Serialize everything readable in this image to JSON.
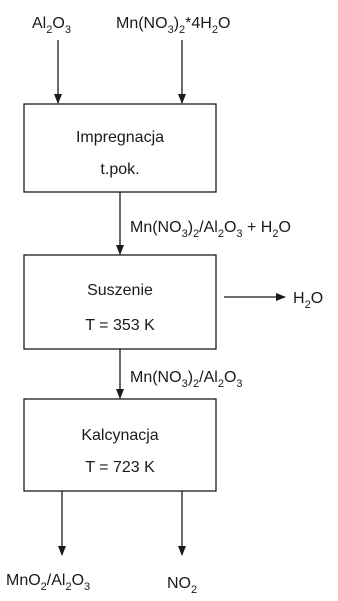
{
  "inputs": {
    "alumina": [
      [
        "Al",
        "n"
      ],
      [
        "2",
        "s"
      ],
      [
        "O",
        "n"
      ],
      [
        "3",
        "s"
      ]
    ],
    "manganese_nitrate": [
      [
        "Mn(NO",
        "n"
      ],
      [
        "3",
        "s"
      ],
      [
        ")",
        "n"
      ],
      [
        "2",
        "s"
      ],
      [
        "*4H",
        "n"
      ],
      [
        "2",
        "s"
      ],
      [
        "O",
        "n"
      ]
    ]
  },
  "steps": [
    {
      "label": "Impregnacja",
      "condition": "t.pok."
    },
    {
      "label": "Suszenie",
      "condition": "T = 353 K"
    },
    {
      "label": "Kalcynacja",
      "condition": "T = 723 K"
    }
  ],
  "streams": {
    "after_impregnation": [
      [
        "Mn(NO",
        "n"
      ],
      [
        "3",
        "s"
      ],
      [
        ")",
        "n"
      ],
      [
        "2",
        "s"
      ],
      [
        "/Al",
        "n"
      ],
      [
        "2",
        "s"
      ],
      [
        "O",
        "n"
      ],
      [
        "3",
        "s"
      ],
      [
        " + H",
        "n"
      ],
      [
        "2",
        "s"
      ],
      [
        "O",
        "n"
      ]
    ],
    "drying_vapor": [
      [
        "H",
        "n"
      ],
      [
        "2",
        "s"
      ],
      [
        "O",
        "n"
      ]
    ],
    "after_drying": [
      [
        "Mn(NO",
        "n"
      ],
      [
        "3",
        "s"
      ],
      [
        ")",
        "n"
      ],
      [
        "2",
        "s"
      ],
      [
        "/Al",
        "n"
      ],
      [
        "2",
        "s"
      ],
      [
        "O",
        "n"
      ],
      [
        "3",
        "s"
      ]
    ]
  },
  "outputs": {
    "product": [
      [
        "MnO",
        "n"
      ],
      [
        "2",
        "s"
      ],
      [
        "/Al",
        "n"
      ],
      [
        "2",
        "s"
      ],
      [
        "O",
        "n"
      ],
      [
        "3",
        "s"
      ]
    ],
    "gas": [
      [
        "NO",
        "n"
      ],
      [
        "2",
        "s"
      ]
    ]
  }
}
